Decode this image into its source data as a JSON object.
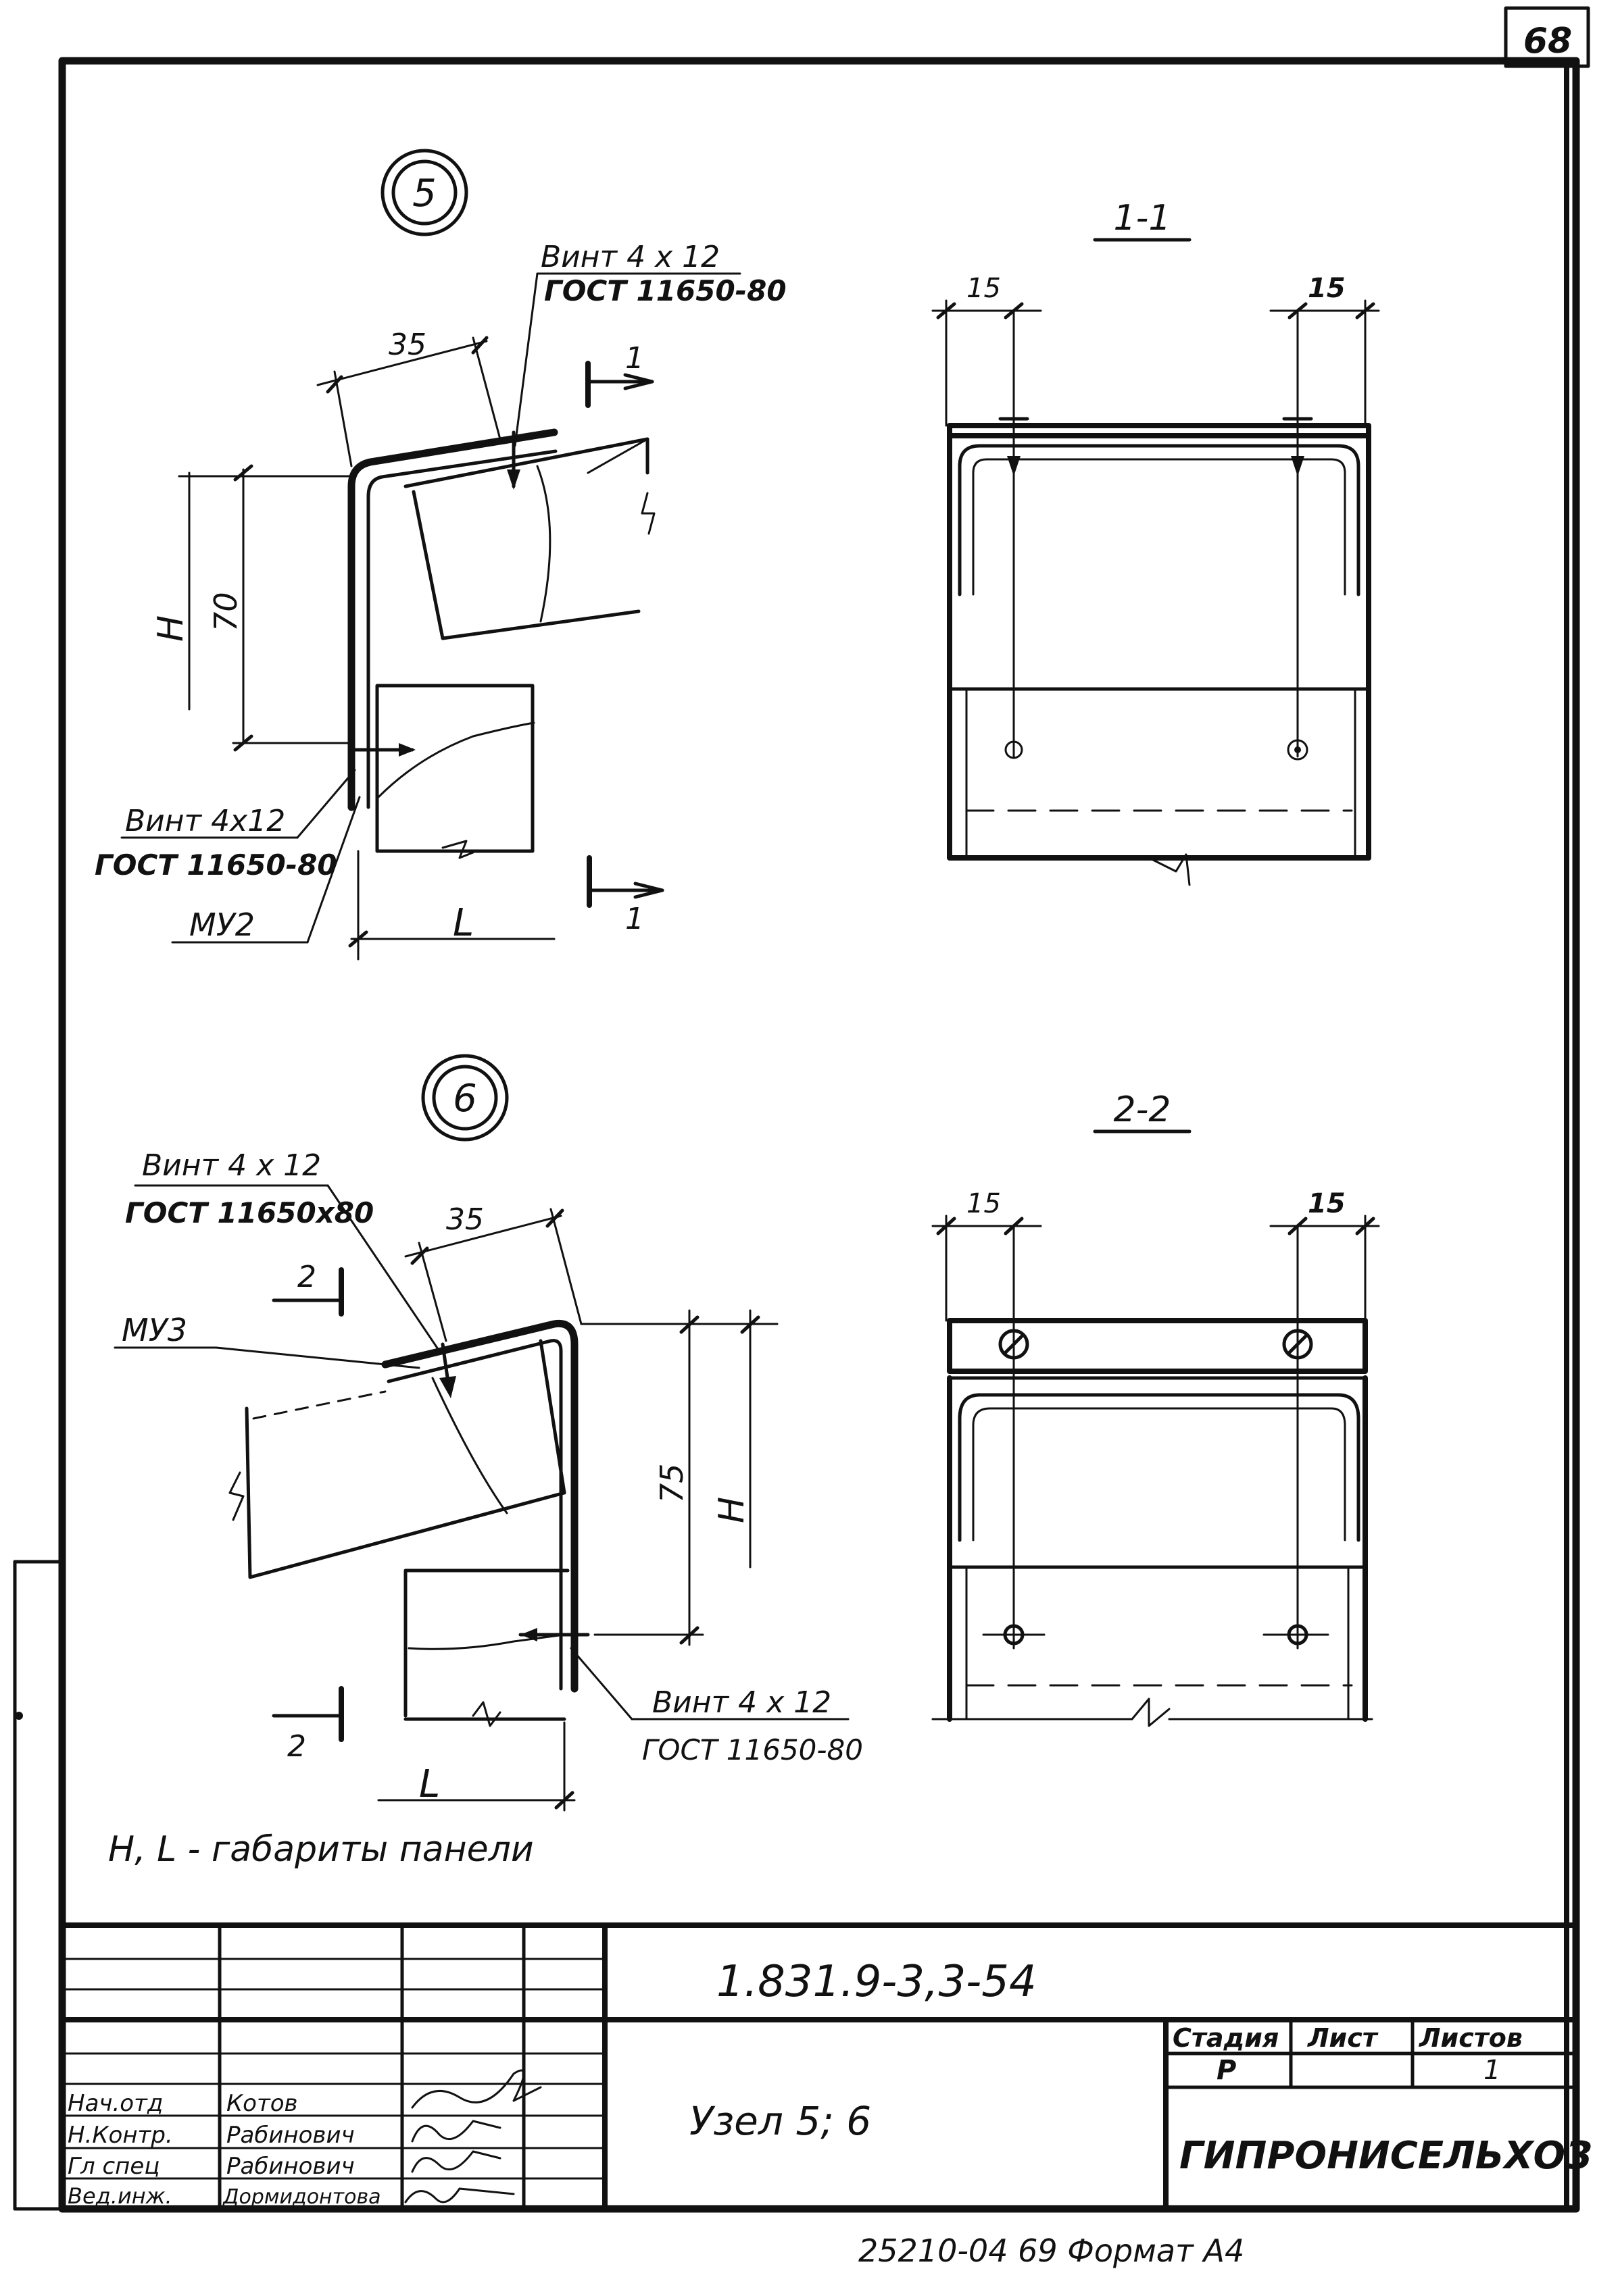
{
  "sheet_number": "68",
  "node5": {
    "number": "5",
    "screw_top_1": "Винт 4 x 12",
    "screw_top_2": "ГОСТ 11650-80",
    "dim_35": "35",
    "dim_70": "70",
    "dim_H": "H",
    "dim_L": "L",
    "screw_bottom_1": "Винт 4x12",
    "screw_bottom_2": "ГОСТ 11650-80",
    "part": "МУ2",
    "cut_mark_top": "1",
    "cut_mark_bottom": "1"
  },
  "section_1_1": {
    "title": "1-1",
    "dim_left": "15",
    "dim_right": "15"
  },
  "node6": {
    "number": "6",
    "screw_top_1": "Винт 4 x 12",
    "screw_top_2": "ГОСТ 11650x80",
    "dim_35": "35",
    "part": "МУ3",
    "dim_75": "75",
    "dim_H": "H",
    "dim_L": "L",
    "screw_bottom_1": "Винт 4 x 12",
    "screw_bottom_2": "ГОСТ 11650-80",
    "cut_mark_top": "2",
    "cut_mark_bottom": "2"
  },
  "section_2_2": {
    "title": "2-2",
    "dim_left": "15",
    "dim_right": "15"
  },
  "note": "H, L - габариты панели",
  "title_block": {
    "doc_code": "1.831.9-3,3-54",
    "title": "Узел 5; 6",
    "org": "ГИПРОНИСЕЛЬХОЗ",
    "stage_header": "Стадия",
    "sheet_header": "Лист",
    "sheets_header": "Листов",
    "stage_value": "Р",
    "sheets_value": "1",
    "roles": [
      {
        "role": "Нач.отд",
        "name": "Котов"
      },
      {
        "role": "Н.Контр.",
        "name": "Рабинович"
      },
      {
        "role": "Гл спец",
        "name": "Рабинович"
      },
      {
        "role": "Вед.инж.",
        "name": "Дормидонтова"
      }
    ]
  },
  "footer": "25210-04   69   Формат А4"
}
